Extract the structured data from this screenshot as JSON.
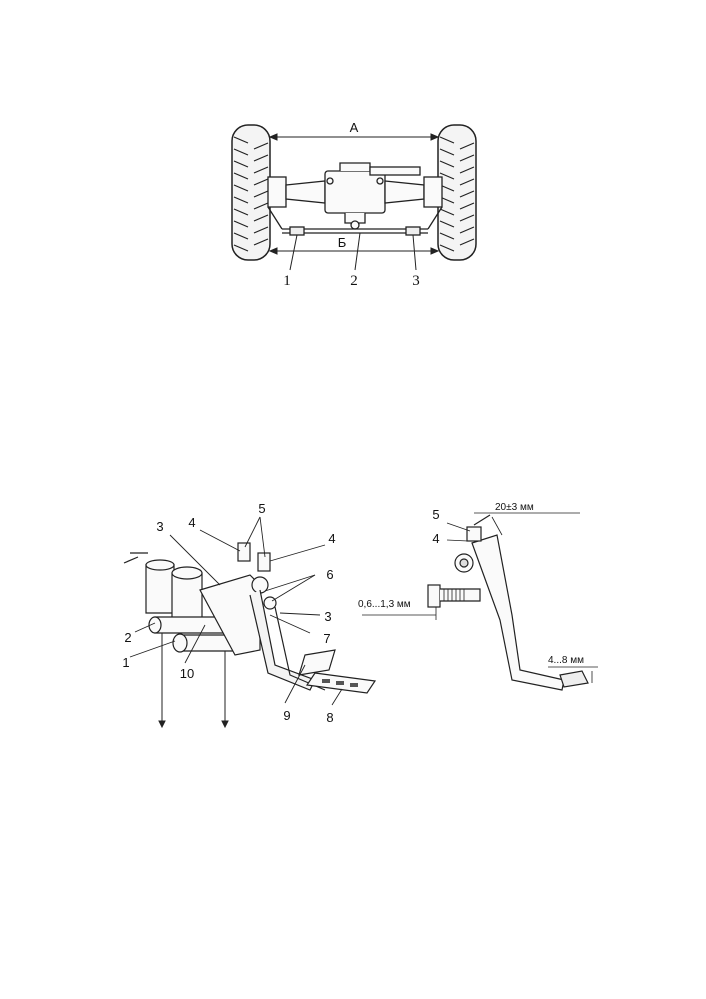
{
  "figure_axle": {
    "dim_a": "А",
    "dim_b": "Б",
    "callouts": [
      "1",
      "2",
      "3"
    ]
  },
  "figure_brake": {
    "callouts": [
      "3",
      "4",
      "5",
      "4",
      "6",
      "3",
      "2",
      "1",
      "10",
      "7",
      "9",
      "8"
    ]
  },
  "figure_pedal": {
    "callout_5": "5",
    "callout_4": "4",
    "dim_top": "20±3 мм",
    "dim_left": "0,6...1,3 мм",
    "dim_right": "4...8 мм"
  }
}
